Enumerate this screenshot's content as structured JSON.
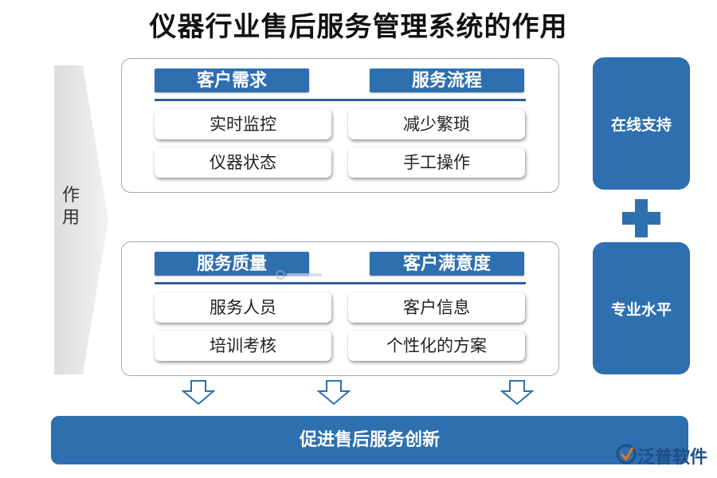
{
  "title": "仪器行业售后服务管理系统的作用",
  "side_label": "作用",
  "panels": [
    {
      "headers": [
        "客户需求",
        "服务流程"
      ],
      "items": [
        "实时监控",
        "减少繁琐",
        "仪器状态",
        "手工操作"
      ]
    },
    {
      "headers": [
        "服务质量",
        "客户满意度"
      ],
      "items": [
        "服务人员",
        "客户信息",
        "培训考核",
        "个性化的方案"
      ]
    }
  ],
  "right_boxes": [
    "在线支持",
    "专业水平"
  ],
  "bottom_bar": "促进售后服务创新",
  "logo": {
    "text": "泛普软件"
  },
  "colors": {
    "accent": "#2e6fb0",
    "divider": "#2e5f98",
    "arrow_fill": "#e8e8e8"
  }
}
